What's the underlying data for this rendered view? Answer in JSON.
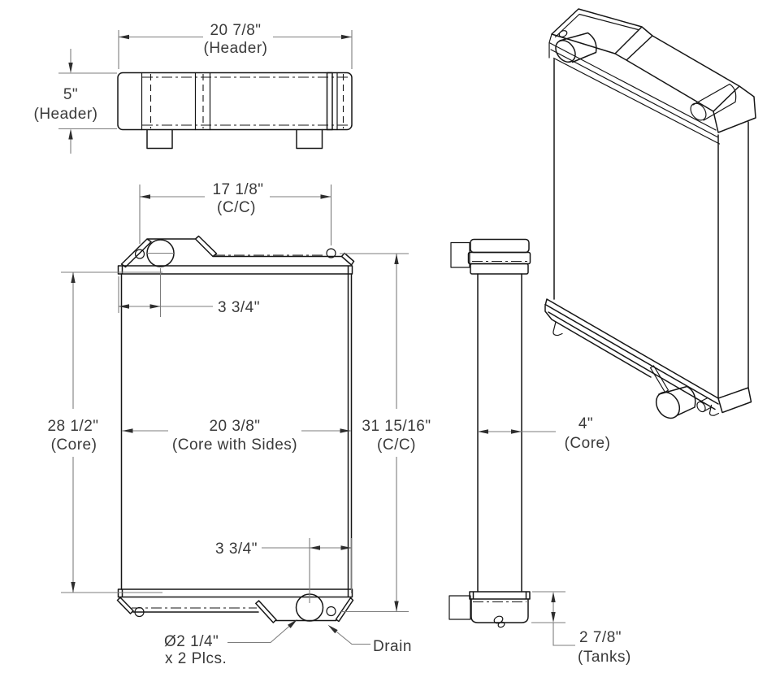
{
  "drawing": {
    "subject": "radiator dimensional drawing",
    "colors": {
      "background": "#ffffff",
      "object_line": "#161616",
      "dimension_line": "#7d7d7d",
      "text": "#3a3a3a"
    },
    "views": {
      "top_view": {
        "header_width": {
          "value": "20 7/8\"",
          "label": "(Header)"
        },
        "header_depth": {
          "value": "5\"",
          "label": "(Header)"
        }
      },
      "front_view": {
        "ports_cc": {
          "value": "17 1/8\"",
          "label": "(C/C)"
        },
        "inlet_offset": {
          "value": "3 3/4\""
        },
        "core_height": {
          "value": "28 1/2\"",
          "label": "(Core)"
        },
        "core_width": {
          "value": "20 3/8\"",
          "label": "(Core with Sides)"
        },
        "overall_cc": {
          "value": "31 15/16\"",
          "label": "(C/C)"
        },
        "outlet_offset": {
          "value": "3 3/4\""
        },
        "port_note": {
          "line1": "Ø2 1/4\"",
          "line2": "x 2 Plcs."
        },
        "drain_label": "Drain"
      },
      "side_view": {
        "core_depth": {
          "value": "4\"",
          "label": "(Core)"
        },
        "tank_depth": {
          "value": "2 7/8\"",
          "label": "(Tanks)"
        }
      }
    }
  }
}
